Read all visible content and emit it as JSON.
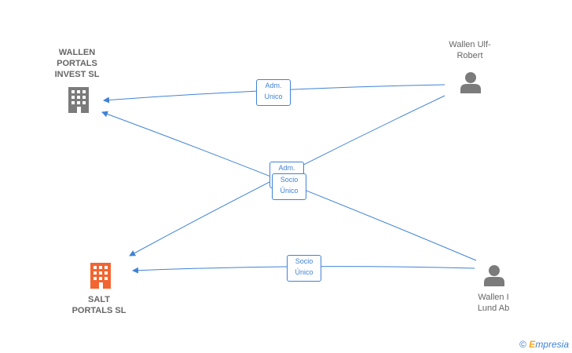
{
  "nodes": {
    "wallen_portals": {
      "label": "WALLEN\nPORTALS\nINVEST  SL",
      "icon": "building-icon",
      "color": "#7b7b7b"
    },
    "salt_portals": {
      "label": "SALT\nPORTALS  SL",
      "icon": "building-icon",
      "color": "#f26531"
    },
    "wallen_ulf": {
      "label": "Wallen Ulf-\nRobert",
      "icon": "person-icon",
      "color": "#7b7b7b"
    },
    "wallen_lund": {
      "label": "Wallen I\nLund Ab",
      "icon": "person-icon",
      "color": "#7b7b7b"
    }
  },
  "edges": [
    {
      "from": "wallen_ulf",
      "to": "wallen_portals",
      "label": "Adm.\nUnico"
    },
    {
      "from": "wallen_ulf",
      "to": "salt_portals",
      "label": "Adm.\nUnico"
    },
    {
      "from": "wallen_lund",
      "to": "wallen_portals",
      "label": "Socio\nÚnico"
    },
    {
      "from": "wallen_lund",
      "to": "salt_portals",
      "label": "Socio\nÚnico"
    }
  ],
  "colors": {
    "edge": "#3f82d6",
    "text": "#666666"
  },
  "brand": {
    "copyright": "©",
    "e": "E",
    "rest": "mpresia"
  }
}
